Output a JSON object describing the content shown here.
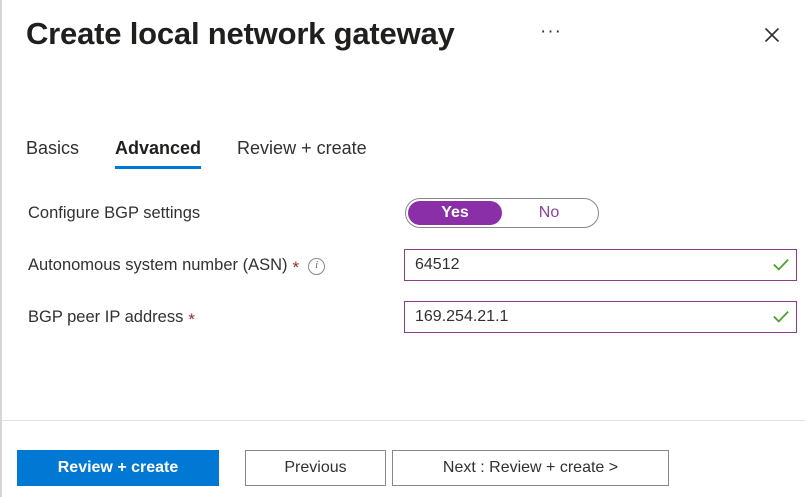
{
  "blade": {
    "title": "Create local network gateway",
    "ellipsis_label": "···",
    "close_label": "Close"
  },
  "tabs": [
    {
      "label": "Basics",
      "selected": false
    },
    {
      "label": "Advanced",
      "selected": true
    },
    {
      "label": "Review + create",
      "selected": false
    }
  ],
  "form": {
    "bgp_toggle": {
      "label": "Configure BGP settings",
      "options": [
        {
          "label": "Yes",
          "selected": true
        },
        {
          "label": "No",
          "selected": false
        }
      ]
    },
    "asn": {
      "label": "Autonomous system number (ASN)",
      "required_marker": "*",
      "info_glyph": "i",
      "value": "64512",
      "placeholder": "",
      "validated": true
    },
    "bgp_peer_ip": {
      "label": "BGP peer IP address",
      "required_marker": "*",
      "value": "169.254.21.1",
      "placeholder": "",
      "validated": true
    }
  },
  "footer": {
    "review_create_label": "Review + create",
    "previous_label": "Previous",
    "next_label": "Next : Review + create >"
  },
  "colors": {
    "accent_blue": "#0078d4",
    "toggle_purple": "#8b2fa8",
    "input_border_purple": "#8d3d8d",
    "required_red": "#a4262c",
    "valid_green": "#4ca22f"
  }
}
